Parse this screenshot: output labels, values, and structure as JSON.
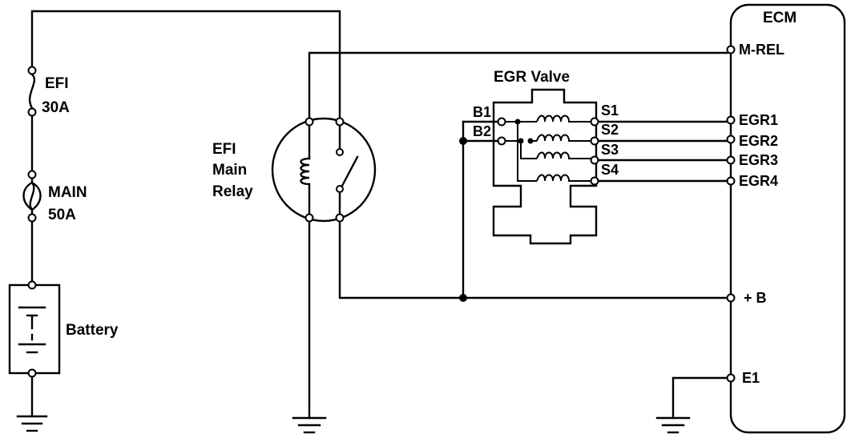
{
  "components": {
    "ecm": {
      "title": "ECM",
      "pins": [
        "M-REL",
        "EGR1",
        "EGR2",
        "EGR3",
        "EGR4",
        "+ B",
        "E1"
      ]
    },
    "egr_valve": {
      "title": "EGR Valve",
      "pins": [
        "B1",
        "B2",
        "S1",
        "S2",
        "S3",
        "S4"
      ]
    },
    "main_relay": {
      "line1": "EFI",
      "line2": "Main",
      "line3": "Relay"
    },
    "fuse_efi": {
      "line1": "EFI",
      "line2": "30A"
    },
    "fuse_main": {
      "line1": "MAIN",
      "line2": "50A"
    },
    "battery": {
      "label": "Battery"
    }
  }
}
